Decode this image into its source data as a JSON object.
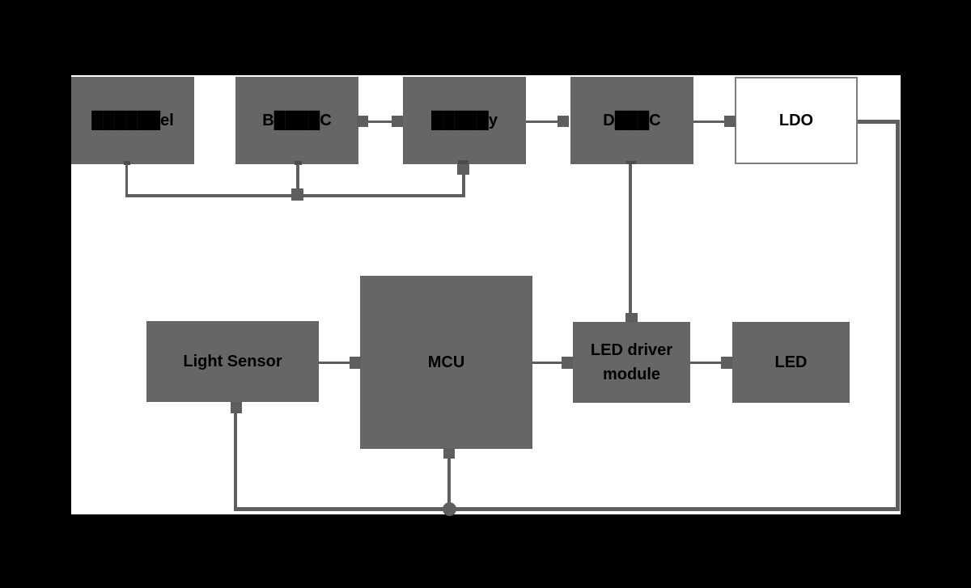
{
  "diagram": {
    "title": "power and LED control block diagram",
    "colors": {
      "background": "#000000",
      "canvas": "#ffffff",
      "node_fill": "#666666",
      "line": "#5e5e5e",
      "node_border_ldo": "#7e7e7e",
      "text": "#000000"
    },
    "nodes": [
      {
        "id": "panel",
        "label": "██████el",
        "redacted": true
      },
      {
        "id": "b-ic",
        "label": "B████C",
        "redacted": true
      },
      {
        "id": "battery",
        "label": "█████y",
        "redacted": true
      },
      {
        "id": "dc-dc",
        "label": "D███C",
        "redacted": true
      },
      {
        "id": "ldo",
        "label": "LDO",
        "redacted": false
      },
      {
        "id": "light-sensor",
        "label": "Light Sensor",
        "redacted": false
      },
      {
        "id": "mcu",
        "label": "MCU",
        "redacted": false
      },
      {
        "id": "led-driver",
        "label": "LED driver module",
        "redacted": false
      },
      {
        "id": "led",
        "label": "LED",
        "redacted": false
      }
    ],
    "connections": [
      {
        "from": "b-ic",
        "to": "battery",
        "type": "pin-to-pin"
      },
      {
        "from": "battery",
        "to": "dc-dc",
        "type": "pin-to-pin"
      },
      {
        "from": "dc-dc",
        "to": "ldo",
        "type": "pin-to-pin"
      },
      {
        "from": "panel",
        "to": "battery",
        "type": "bus below top row, tapped by b-ic"
      },
      {
        "from": "dc-dc",
        "to": "led-driver",
        "type": "vertical drop"
      },
      {
        "from": "light-sensor",
        "to": "mcu",
        "type": "pin-to-pin"
      },
      {
        "from": "mcu",
        "to": "led-driver",
        "type": "pin-to-pin"
      },
      {
        "from": "led-driver",
        "to": "led",
        "type": "pin-to-pin"
      },
      {
        "from": "ldo",
        "to": "mcu, light-sensor",
        "type": "rail along right and bottom edge with junction dot"
      }
    ]
  }
}
